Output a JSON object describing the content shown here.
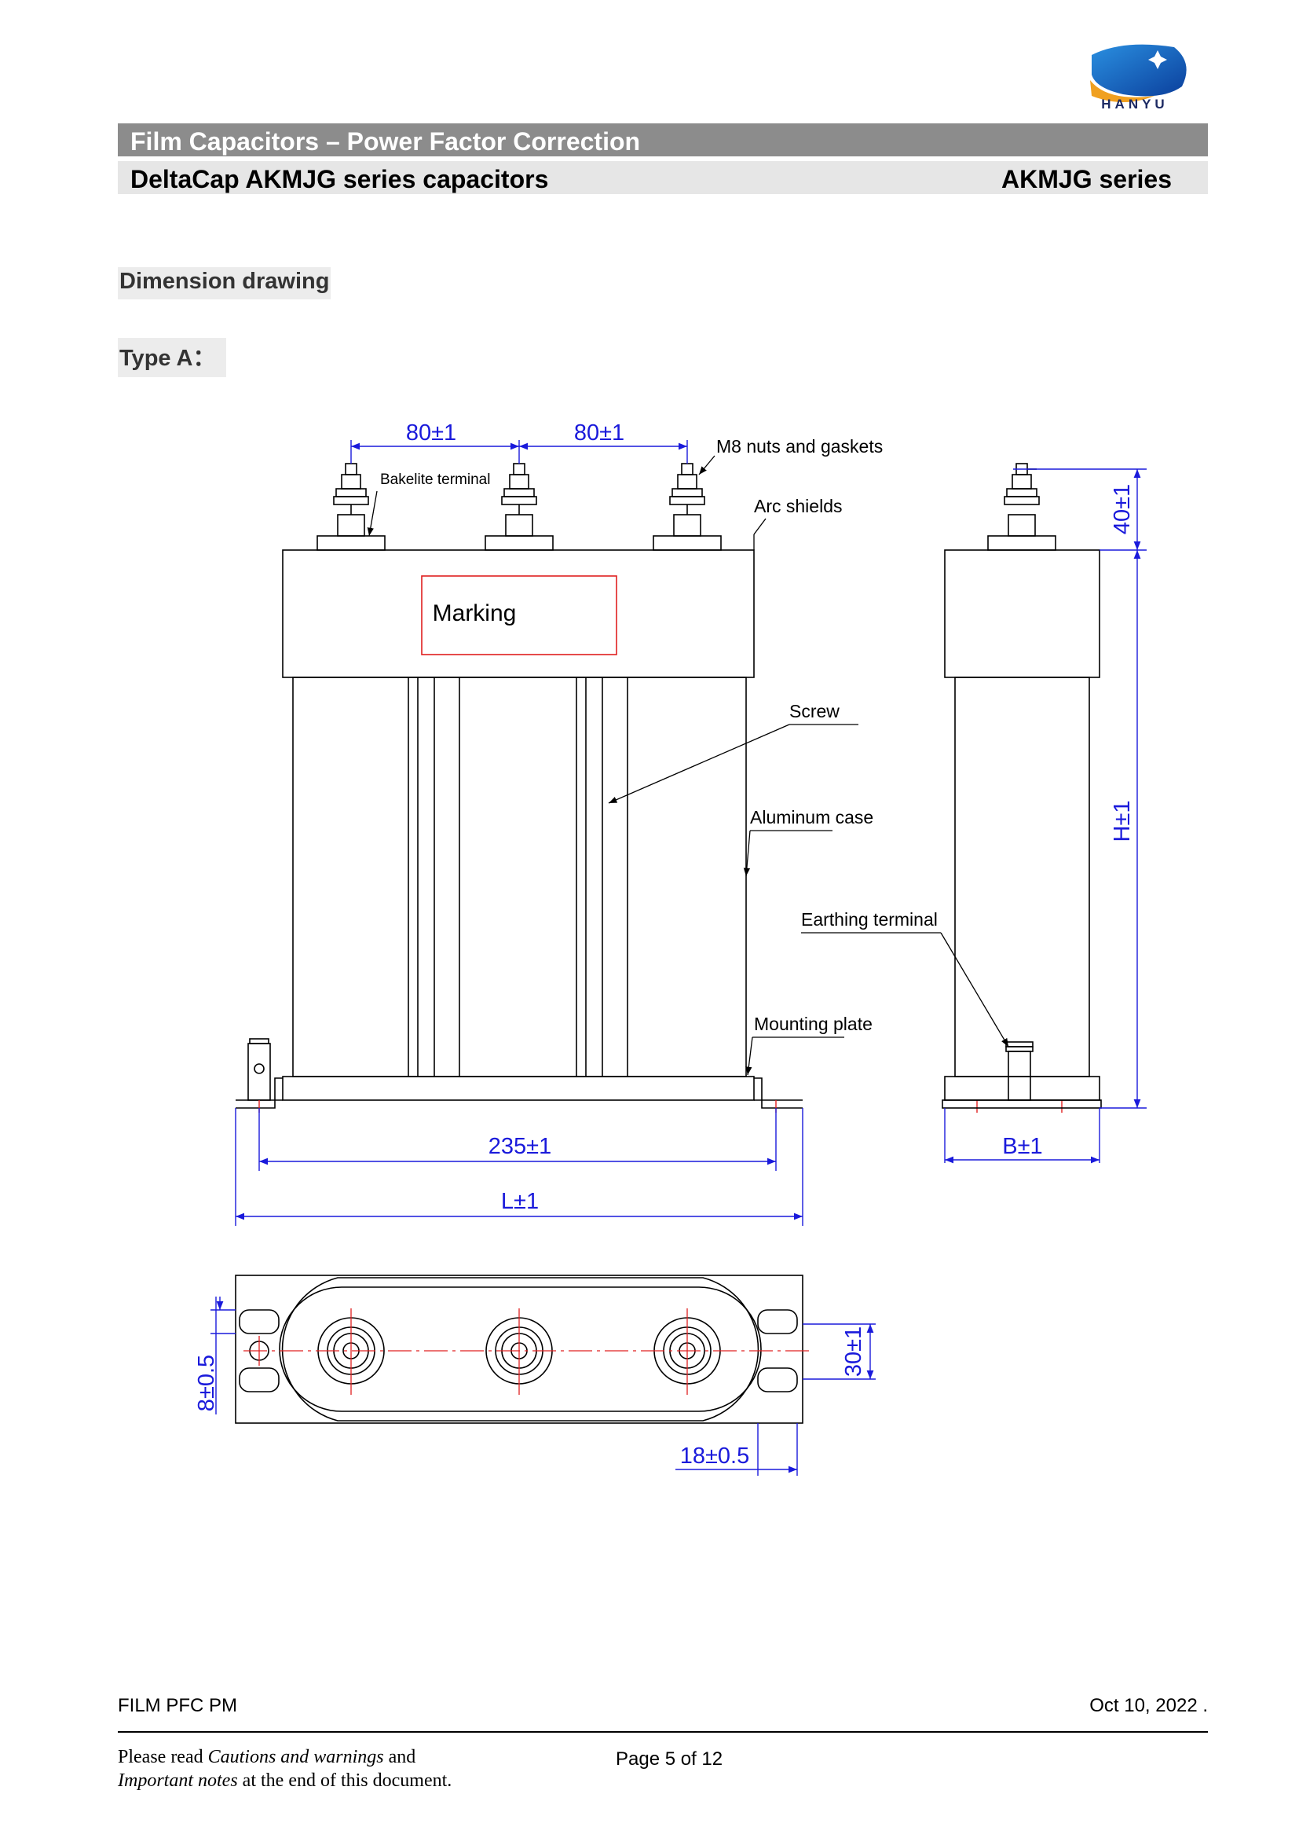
{
  "brand": {
    "name": "HANYU"
  },
  "header": {
    "category": "Film Capacitors – Power Factor Correction",
    "product": "DeltaCap AKMJG series capacitors",
    "series": "AKMJG series"
  },
  "section": {
    "title": "Dimension drawing",
    "type_label": "Type A："
  },
  "drawing": {
    "marking": "Marking",
    "labels": {
      "m8_nuts": "M8 nuts and gaskets",
      "bakelite": "Bakelite terminal",
      "arc_shields": "Arc shields",
      "screw": "Screw",
      "aluminum_case": "Aluminum case",
      "earthing_terminal": "Earthing terminal",
      "mounting_plate": "Mounting plate"
    },
    "dims": {
      "pitch1": "80±1",
      "pitch2": "80±1",
      "bolt": "235±1",
      "length": "L±1",
      "terminal_height": "40±1",
      "height": "H±1",
      "width": "B±1",
      "slot_pitch": "8±0.5",
      "slot_width": "30±1",
      "slot_offset": "18±0.5"
    }
  },
  "footer": {
    "doc_code": "FILM PFC PM",
    "date": "Oct 10, 2022 .",
    "page": "Page 5 of 12",
    "note_line1_a": "Please read ",
    "note_line1_b": "Cautions and warnings",
    "note_line1_c": " and",
    "note_line2_a": "Important notes",
    "note_line2_b": " at the end of this document."
  }
}
